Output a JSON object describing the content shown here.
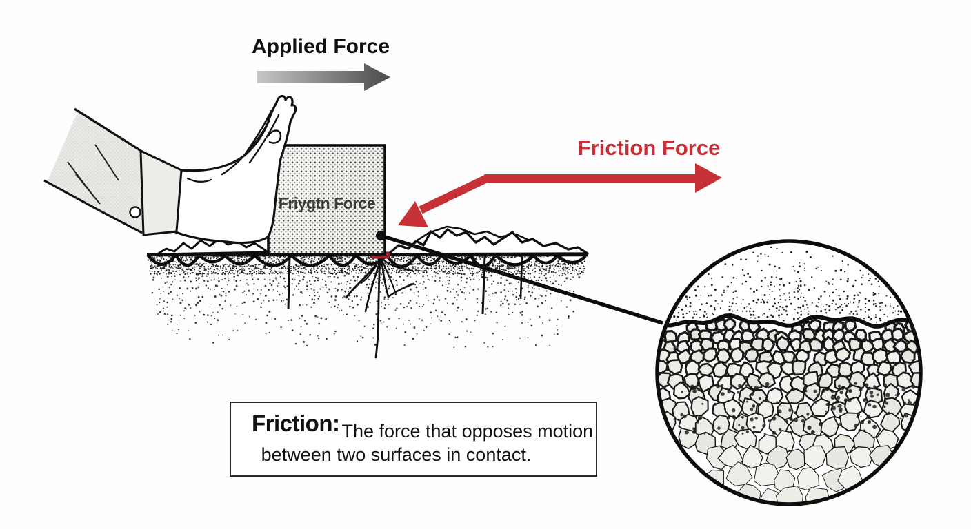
{
  "diagram": {
    "applied_force_label": "Applied Force",
    "friction_force_label": "Friction Force",
    "block_label": "Friygtn Force",
    "definition": {
      "term": "Friction:",
      "line1": "The force that opposes motion",
      "line2": "between two surfaces in contact."
    },
    "colors": {
      "friction_red": "#c53137",
      "contact_red": "#9e2227",
      "arrow_gray_light": "#c7c7c7",
      "arrow_gray_dark": "#4a4a4a",
      "ink": "#111111"
    }
  }
}
